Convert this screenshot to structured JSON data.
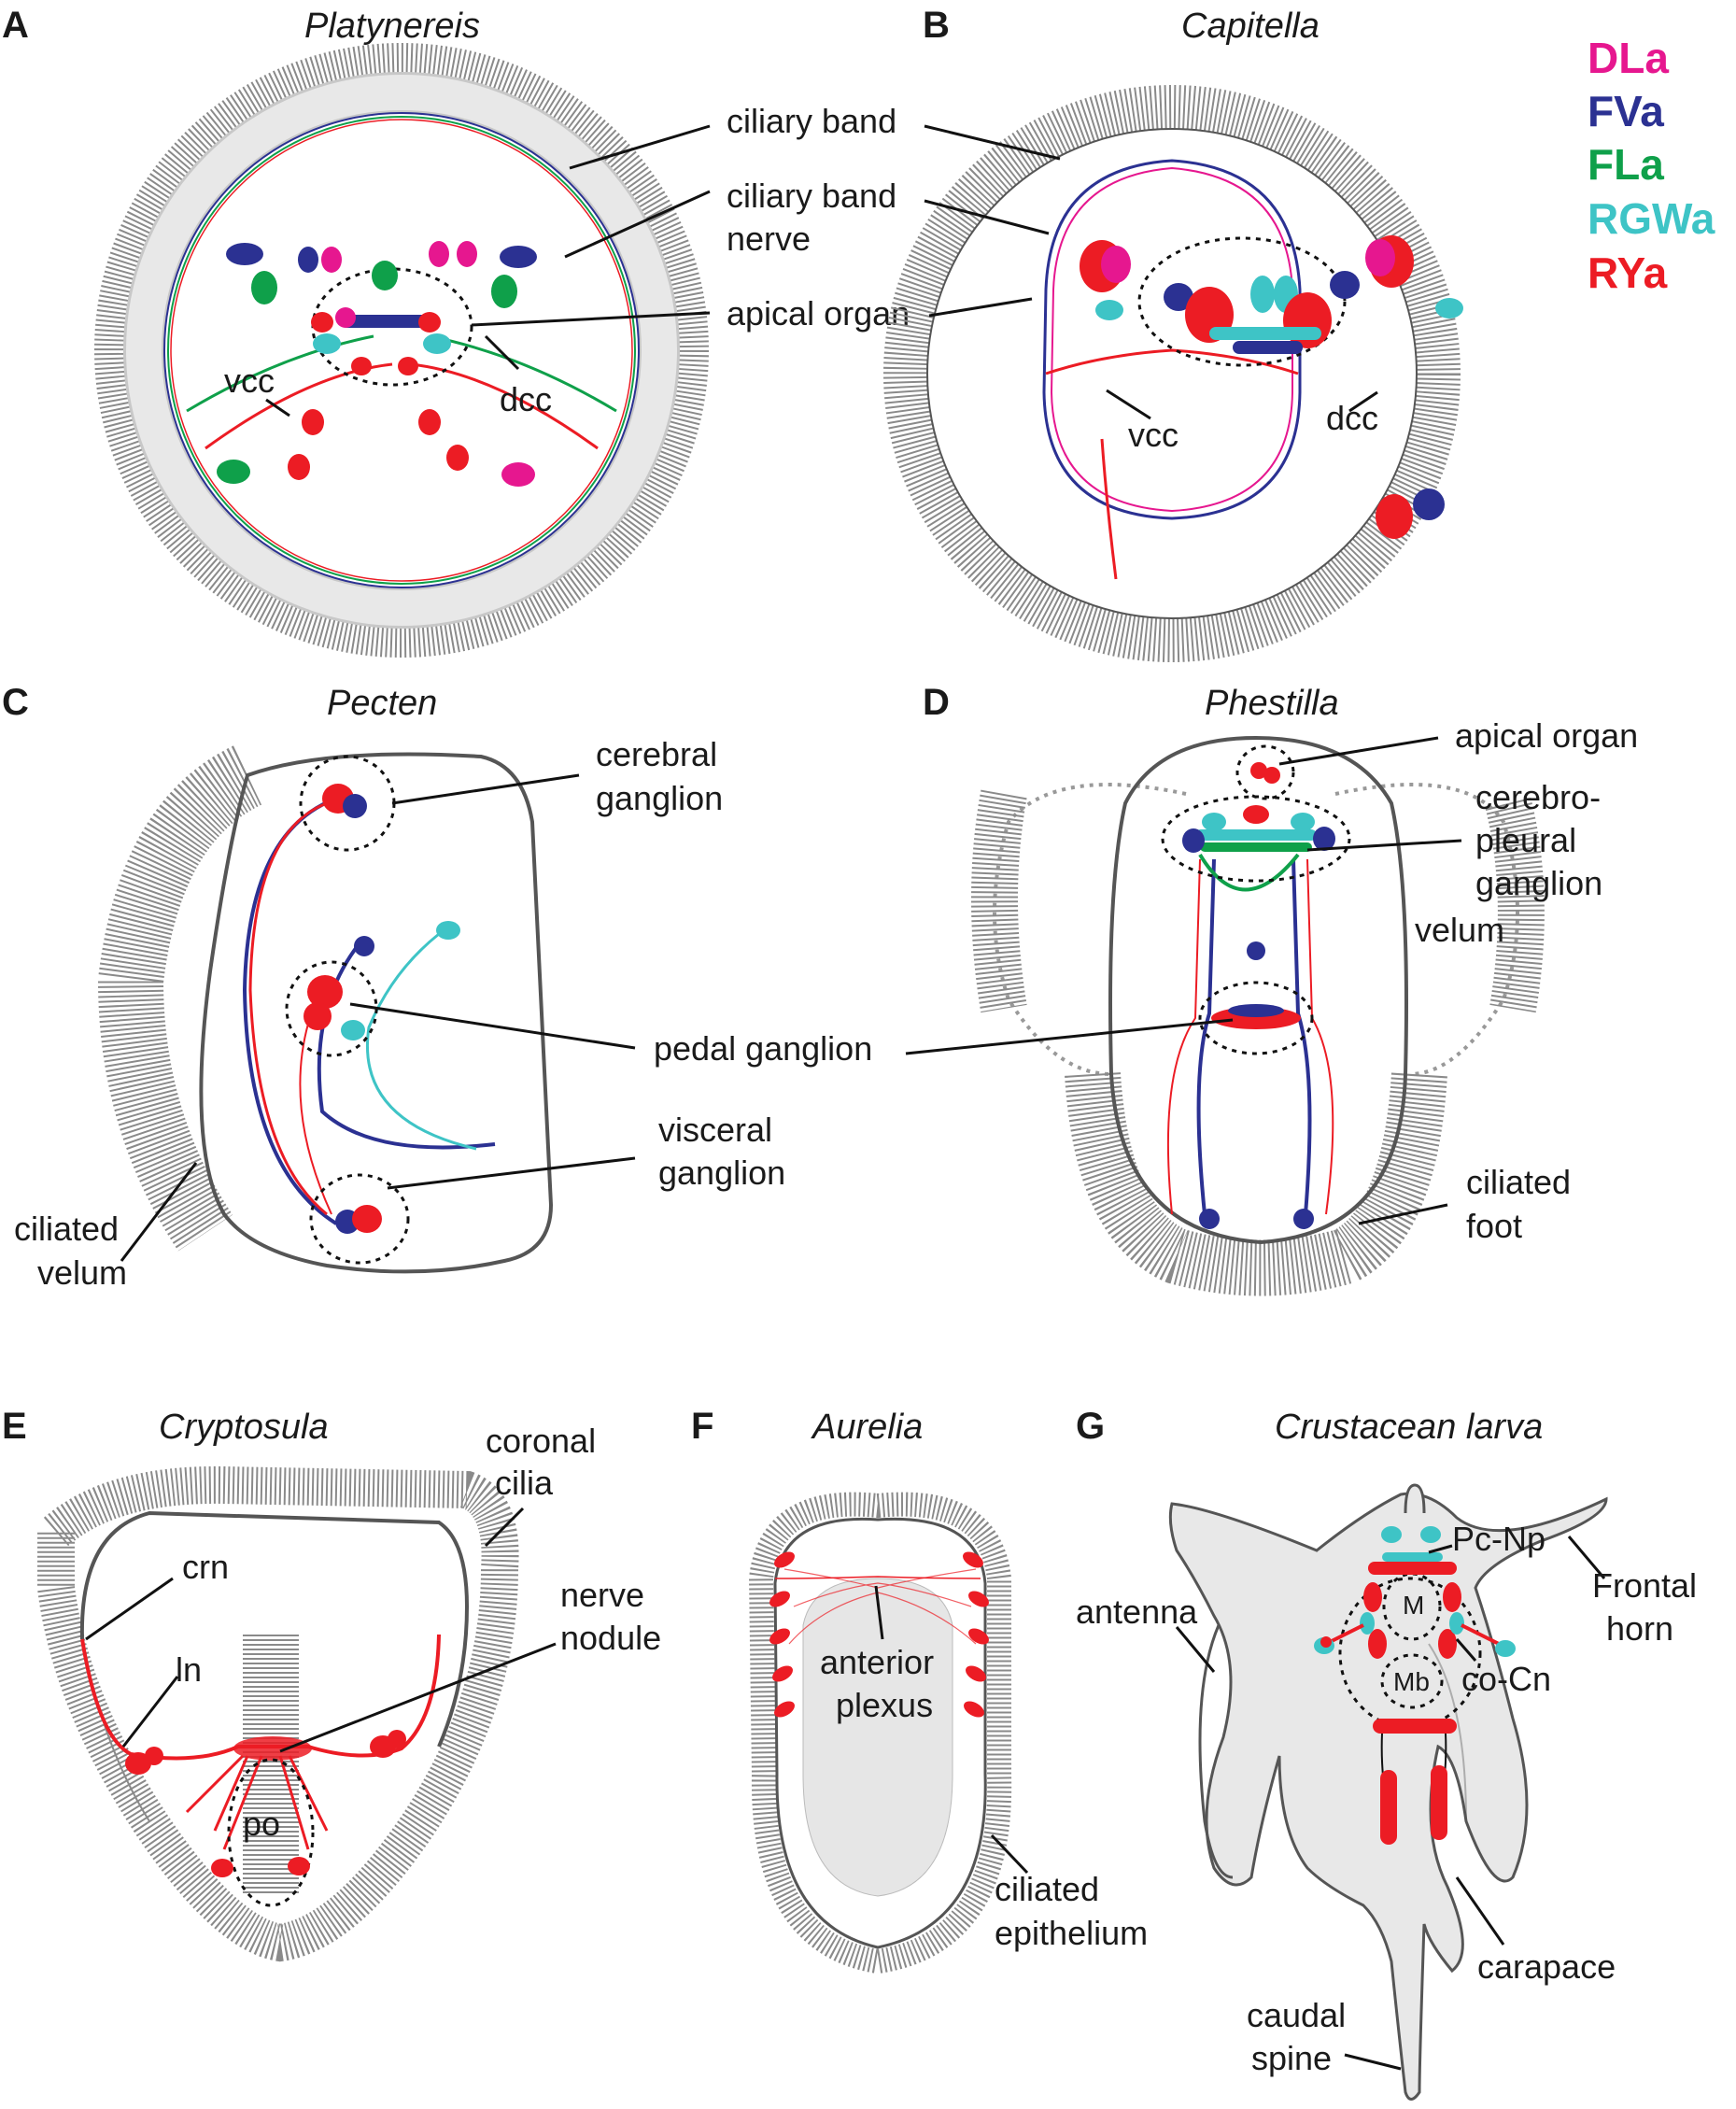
{
  "colors": {
    "DLa": "#e6178f",
    "FVa": "#2b3192",
    "FLa": "#0fa04a",
    "RGWa": "#3ec4c6",
    "RYa": "#ec1c24",
    "cilia": "#8a8a8a",
    "body": "#e8e8e8"
  },
  "legend": {
    "DLa": "DLa",
    "FVa": "FVa",
    "FLa": "FLa",
    "RGWa": "RGWa",
    "RYa": "RYa"
  },
  "panels": {
    "A": {
      "letter": "A",
      "title": "Platynereis",
      "labels": {
        "ciliary_band": "ciliary band",
        "ciliary_band_nerve_1": "ciliary band",
        "ciliary_band_nerve_2": "nerve",
        "apical_organ": "apical organ",
        "vcc": "vcc",
        "dcc": "dcc"
      }
    },
    "B": {
      "letter": "B",
      "title": "Capitella",
      "labels": {
        "vcc": "vcc",
        "dcc": "dcc"
      }
    },
    "C": {
      "letter": "C",
      "title": "Pecten",
      "labels": {
        "cerebral_1": "cerebral",
        "cerebral_2": "ganglion",
        "pedal": "pedal ganglion",
        "visceral_1": "visceral",
        "visceral_2": "ganglion",
        "ciliated_velum_1": "ciliated",
        "ciliated_velum_2": "velum"
      }
    },
    "D": {
      "letter": "D",
      "title": "Phestilla",
      "labels": {
        "apical_organ": "apical organ",
        "cerebro_1": "cerebro-",
        "cerebro_2": "pleural",
        "cerebro_3": "ganglion",
        "velum": "velum",
        "ciliated_foot_1": "ciliated",
        "ciliated_foot_2": "foot"
      }
    },
    "E": {
      "letter": "E",
      "title": "Cryptosula",
      "labels": {
        "coronal_1": "coronal",
        "coronal_2": "cilia",
        "crn": "crn",
        "ln": "ln",
        "nerve_nodule_1": "nerve",
        "nerve_nodule_2": "nodule",
        "po": "po"
      }
    },
    "F": {
      "letter": "F",
      "title": "Aurelia",
      "labels": {
        "anterior_1": "anterior",
        "anterior_2": "plexus",
        "epithelium_1": "ciliated",
        "epithelium_2": "epithelium"
      }
    },
    "G": {
      "letter": "G",
      "title": "Crustacean larva",
      "labels": {
        "pc_np": "Pc-Np",
        "frontal_1": "Frontal",
        "frontal_2": "horn",
        "antenna": "antenna",
        "m": "M",
        "mb": "Mb",
        "co_cn": "co-Cn",
        "carapace": "carapace",
        "caudal_1": "caudal",
        "caudal_2": "spine"
      }
    }
  }
}
